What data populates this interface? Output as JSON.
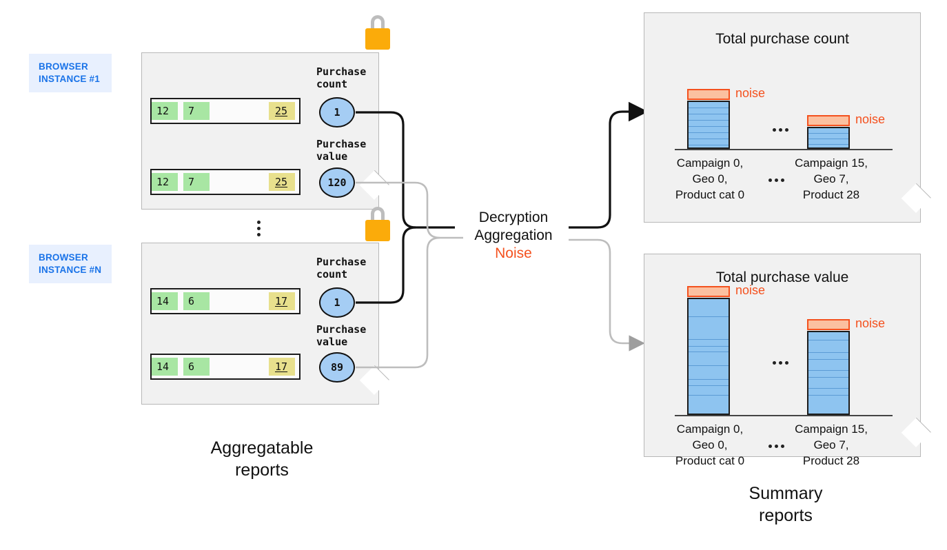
{
  "browser_instances": [
    {
      "tag": "BROWSER\nINSTANCE #1",
      "rows": [
        {
          "fields": [
            "12",
            "7"
          ],
          "value": "25"
        },
        {
          "fields": [
            "12",
            "7"
          ],
          "value": "25"
        }
      ],
      "metrics": [
        {
          "label": "Purchase\ncount",
          "value": "1"
        },
        {
          "label": "Purchase\nvalue",
          "value": "120"
        }
      ]
    },
    {
      "tag": "BROWSER\nINSTANCE #N",
      "rows": [
        {
          "fields": [
            "14",
            "6"
          ],
          "value": "17"
        },
        {
          "fields": [
            "14",
            "6"
          ],
          "value": "17"
        }
      ],
      "metrics": [
        {
          "label": "Purchase\ncount",
          "value": "1"
        },
        {
          "label": "Purchase\nvalue",
          "value": "89"
        }
      ]
    }
  ],
  "process": {
    "line1": "Decryption",
    "line2": "Aggregation",
    "line3": "Noise"
  },
  "captions": {
    "left": "Aggregatable\nreports",
    "right": "Summary\nreports"
  },
  "noise_label": "noise",
  "chart_data": [
    {
      "type": "bar",
      "title": "Total purchase count",
      "categories": [
        "Campaign 0,\nGeo 0,\nProduct cat 0",
        "Campaign 15,\nGeo 7,\nProduct 28"
      ],
      "values": [
        9,
        5
      ],
      "noise": [
        0.9,
        0.9
      ],
      "segments": [
        9,
        5
      ],
      "xlabel": "",
      "ylabel": "",
      "grid": false,
      "legend": "none",
      "annotations": [
        "noise",
        "noise"
      ],
      "ellipsis": "..."
    },
    {
      "type": "bar",
      "title": "Total purchase value",
      "categories": [
        "Campaign 0,\nGeo 0,\nProduct cat 0",
        "Campaign 15,\nGeo 7,\nProduct 28"
      ],
      "values": [
        10.5,
        7.2
      ],
      "noise": [
        0.9,
        0.9
      ],
      "segments": [
        10,
        8
      ],
      "xlabel": "",
      "ylabel": "",
      "grid": false,
      "legend": "none",
      "annotations": [
        "noise",
        "noise"
      ],
      "ellipsis": "..."
    }
  ],
  "colors": {
    "accent_blue": "#1a73e8",
    "noise_orange": "#f4511e",
    "bar_blue": "#8ec4f0",
    "lock_orange": "#fbab0a",
    "field_green": "#a8e6a3",
    "field_yellow": "#e8e08d",
    "panel_gray": "#f1f1f1"
  }
}
